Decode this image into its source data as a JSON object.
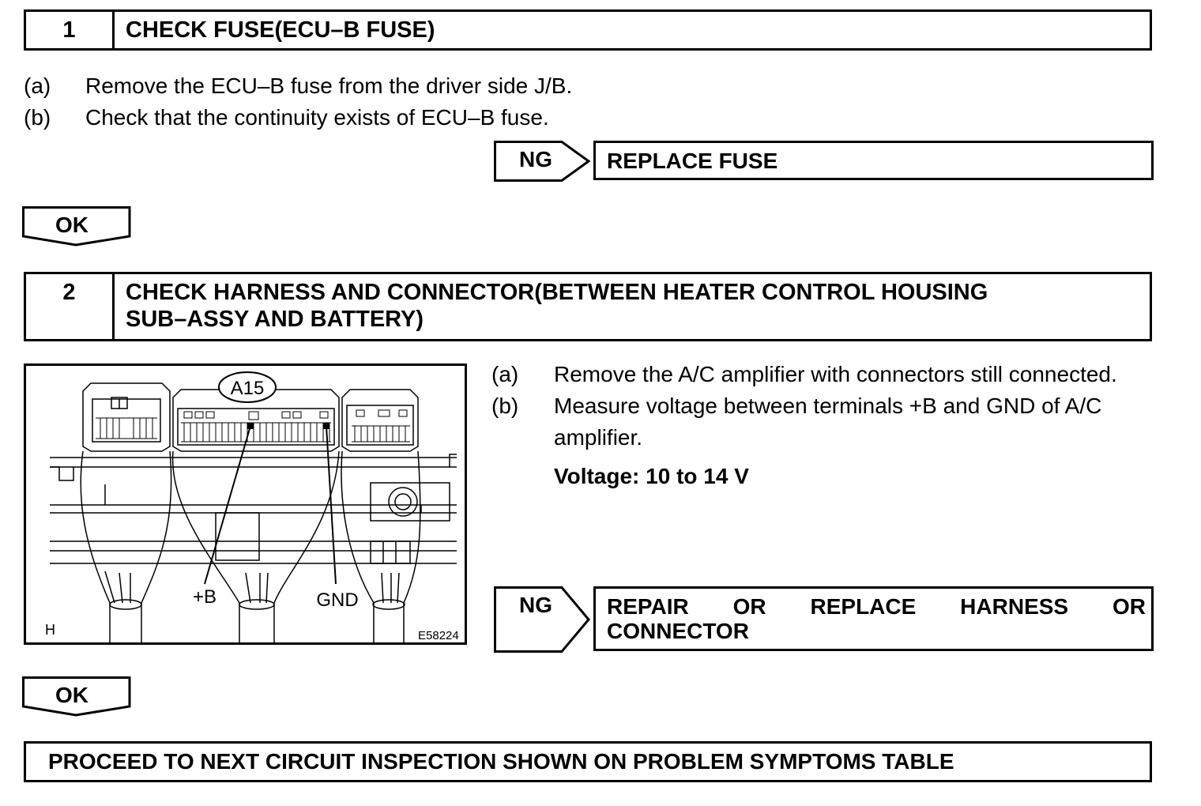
{
  "step1": {
    "number": "1",
    "title": "CHECK FUSE(ECU–B FUSE)",
    "instructions": [
      {
        "label": "(a)",
        "text": "Remove the ECU–B fuse from the driver side J/B."
      },
      {
        "label": "(b)",
        "text": "Check that the continuity exists of ECU–B fuse."
      }
    ],
    "ng_label": "NG",
    "ng_result": "REPLACE FUSE",
    "ok_label": "OK"
  },
  "step2": {
    "number": "2",
    "title_line1": "CHECK HARNESS AND CONNECTOR(BETWEEN HEATER CONTROL HOUSING",
    "title_line2": "SUB–ASSY AND BATTERY)",
    "instructions": [
      {
        "label": "(a)",
        "text": "Remove the A/C amplifier with connectors still connected."
      },
      {
        "label": "(b)",
        "text_line1": "Measure voltage between terminals +B and GND of A/C",
        "text_line2": "amplifier."
      }
    ],
    "spec": "Voltage: 10 to 14 V",
    "figure": {
      "connector_label": "A15",
      "terminal_b": "+B",
      "terminal_gnd": "GND",
      "corner_letter": "H",
      "figure_code": "E58224"
    },
    "ng_label": "NG",
    "ng_result_line1": "REPAIR OR REPLACE HARNESS OR",
    "ng_result_line2": "CONNECTOR",
    "ok_label": "OK"
  },
  "final": {
    "text": "PROCEED TO NEXT CIRCUIT INSPECTION SHOWN ON PROBLEM SYMPTOMS TABLE"
  }
}
